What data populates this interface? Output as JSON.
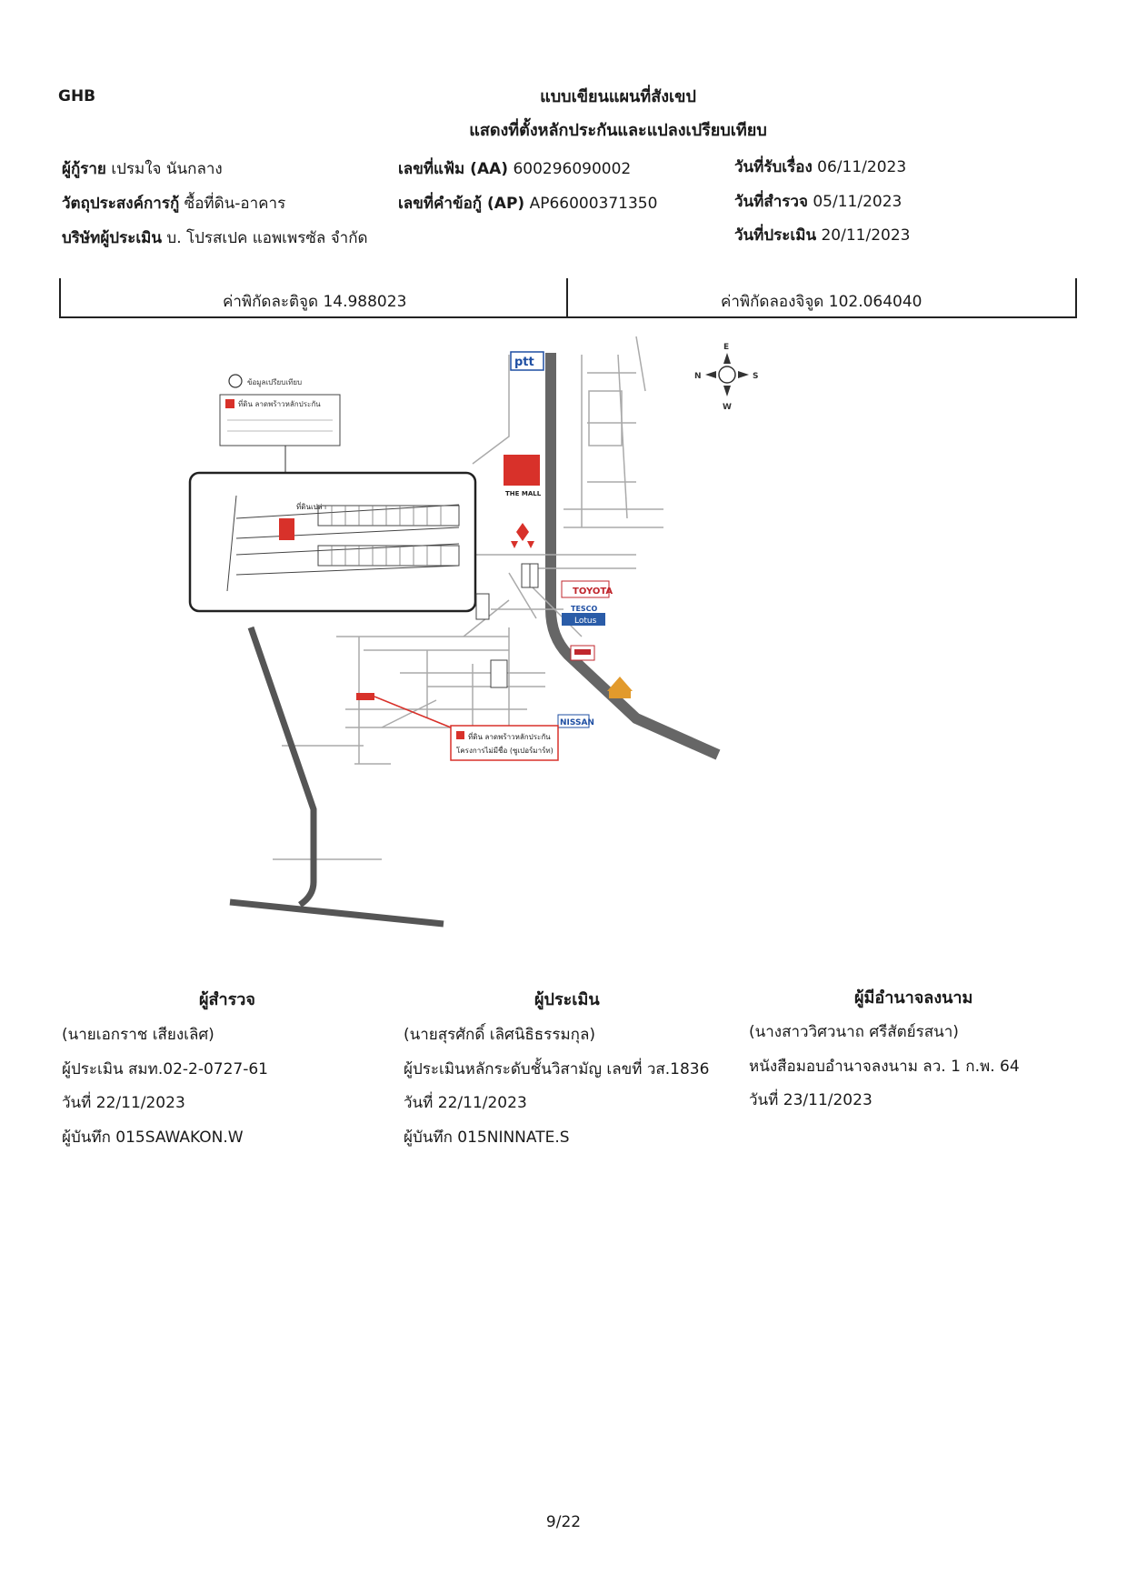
{
  "header": {
    "org": "GHB",
    "title1": "แบบเขียนแผนที่สังเขป",
    "title2": "แสดงที่ตั้งหลักประกันและแปลงเปรียบเทียบ"
  },
  "info": {
    "borrower_label": "ผู้กู้ราย",
    "borrower_value": "เปรมใจ นันกลาง",
    "purpose_label": "วัตถุประสงค์การกู้",
    "purpose_value": "ซื้อที่ดิน-อาคาร",
    "company_label": "บริษัทผู้ประเมิน",
    "company_value": "บ. โปรสเปค แอพเพรซัล จำกัด",
    "file_label": "เลขที่แฟ้ม (AA)",
    "file_value": "600296090002",
    "request_label": "เลขที่คำข้อกู้ (AP)",
    "request_value": "AP66000371350",
    "received_label": "วันที่รับเรื่อง",
    "received_value": "06/11/2023",
    "survey_label": "วันที่สำรวจ",
    "survey_value": "05/11/2023",
    "appraise_label": "วันที่ประเมิน",
    "appraise_value": "20/11/2023"
  },
  "coords": {
    "lat": "ค่าพิกัดละติจูด 14.988023",
    "lon": "ค่าพิกัดลองจิจูด 102.064040"
  },
  "map": {
    "compass": {
      "e": "E",
      "n": "N",
      "s": "S",
      "w": "W"
    },
    "brands": {
      "ptt": "ptt",
      "mall": "THE MALL",
      "toyota": "TOYOTA",
      "tesco": "TESCO",
      "lotus": "Lotus",
      "nissan": "NISSAN"
    },
    "inset_label": "ที่ดินเปล่า",
    "legend_compare": "ข้อมูลเปรียบเทียบ",
    "legend_collateral": "ที่ดิน ลาดพร้าวหลักประกัน",
    "subject_box_line1": "ที่ดิน ลาดพร้าวหลักประกัน",
    "subject_box_line2": "โครงการไม่มีชื่อ (ซูเปอร์มาร์ท)"
  },
  "signatures": {
    "surveyor": {
      "head": "ผู้สำรวจ",
      "name": "(นายเอกราช เสียงเลิศ)",
      "line2": "ผู้ประเมิน สมท.02-2-0727-61",
      "date": "วันที่ 22/11/2023",
      "recorder": "ผู้บันทึก 015SAWAKON.W"
    },
    "appraiser": {
      "head": "ผู้ประเมิน",
      "name": "(นายสุรศักดิ์ เลิศนิธิธรรมกุล)",
      "line2": "ผู้ประเมินหลักระดับชั้นวิสามัญ เลขที่ วส.1836",
      "date": "วันที่ 22/11/2023",
      "recorder": "ผู้บันทึก 015NINNATE.S"
    },
    "authorized": {
      "head": "ผู้มีอำนาจลงนาม",
      "name": "(นางสาววิศวนาถ ศรีสัตย์รสนา)",
      "line2": "หนังสือมอบอำนาจลงนาม ลว. 1 ก.พ. 64",
      "date": "วันที่ 23/11/2023"
    }
  },
  "footer": {
    "page": "9/22"
  },
  "colors": {
    "collateral_red": "#d8312a",
    "road_gray": "#555555",
    "toyota_red": "#c0272d",
    "ptt_blue": "#1f4fa3"
  }
}
